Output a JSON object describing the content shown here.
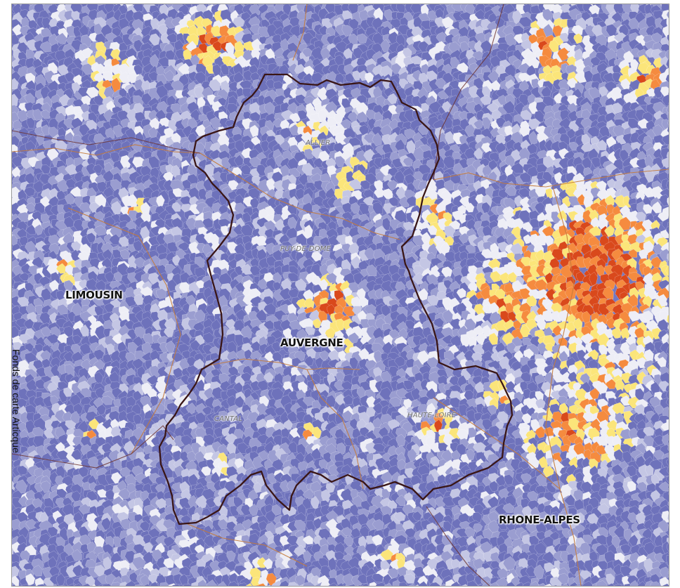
{
  "map": {
    "regions": [
      {
        "id": "limousin",
        "label": "LIMOUSIN"
      },
      {
        "id": "auvergne",
        "label": "AUVERGNE"
      },
      {
        "id": "rhone-alpes",
        "label": "RHONE-ALPES"
      }
    ],
    "departments": [
      {
        "id": "allier",
        "label": "ALLIER"
      },
      {
        "id": "puy-de-dome",
        "label": "PUY-DE-DOME"
      },
      {
        "id": "cantal",
        "label": "CANTAL"
      },
      {
        "id": "haute-loire",
        "label": "HAUTE-LOIRE"
      }
    ],
    "colors": {
      "dark_blue": "#6e72bb",
      "mid_blue": "#9a9dd0",
      "light_blue": "#c4c6e4",
      "pale": "#eeeef6",
      "yellow": "#fbe57a",
      "orange": "#f58b3f",
      "red": "#d9491c",
      "region_border": "#3d1d1d",
      "dept_border": "#c47a3a"
    }
  },
  "credit": "Fonds de carte Articque"
}
